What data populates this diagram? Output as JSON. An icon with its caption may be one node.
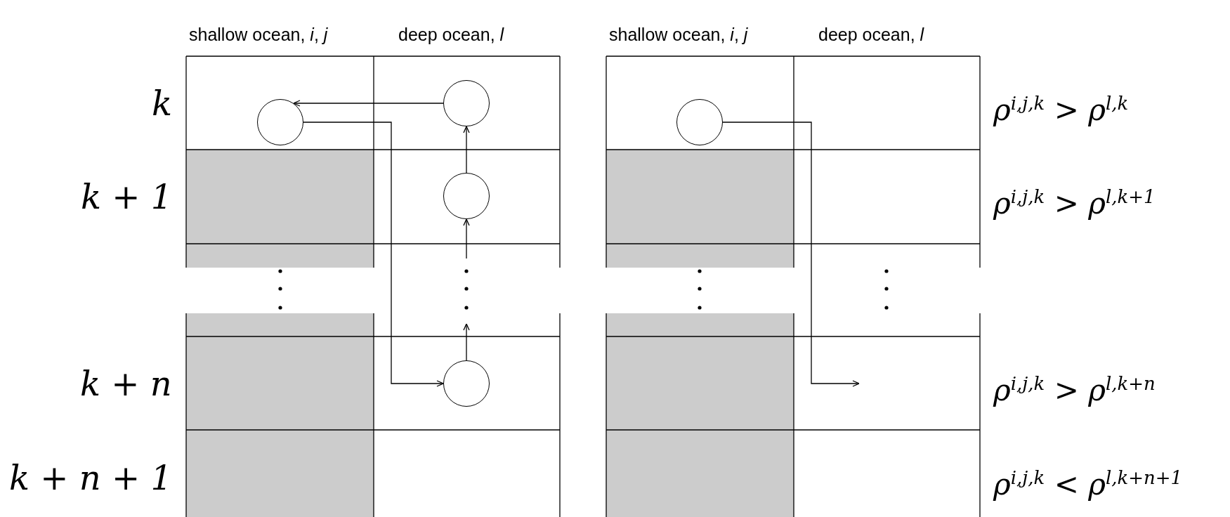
{
  "diagram": {
    "nodes": [
      {
        "text": [],
        "shape": "circle"
      },
      {
        "text": [],
        "shape": "circle"
      },
      {
        "text": [],
        "shape": "circle"
      },
      {
        "text": [],
        "shape": "circle"
      },
      {
        "text": [],
        "shape": "circle"
      }
    ],
    "edges": [
      {
        "from": 1,
        "to": 0,
        "arrow": "to"
      },
      {
        "from": 0,
        "to": 3,
        "arrow": "to"
      },
      {
        "from": 3,
        "to": null,
        "arrow": "to"
      },
      {
        "from": null,
        "to": 2,
        "arrow": "to"
      },
      {
        "from": 2,
        "to": 1,
        "arrow": "to"
      },
      {
        "from": 4,
        "to": null,
        "arrow": "to"
      }
    ],
    "labels": [
      "shallow ocean, *i*, *j*",
      "deep ocean, *l*",
      "shallow ocean, *i*, *j*",
      "deep ocean, *l*",
      "k",
      "ρ$^{i,j,k}$ > ρ$^{l,k}$",
      "k + 1",
      "ρ$^{i,j,k}$ > ρ$^{l,k+1}$",
      "k + n",
      "ρ$^{i,j,k}$ > ρ$^{l,k+n}$",
      "k + n + 1",
      "ρ$^{i,j,k}$ < ρ$^{l,k+n+1}$"
    ]
  }
}
